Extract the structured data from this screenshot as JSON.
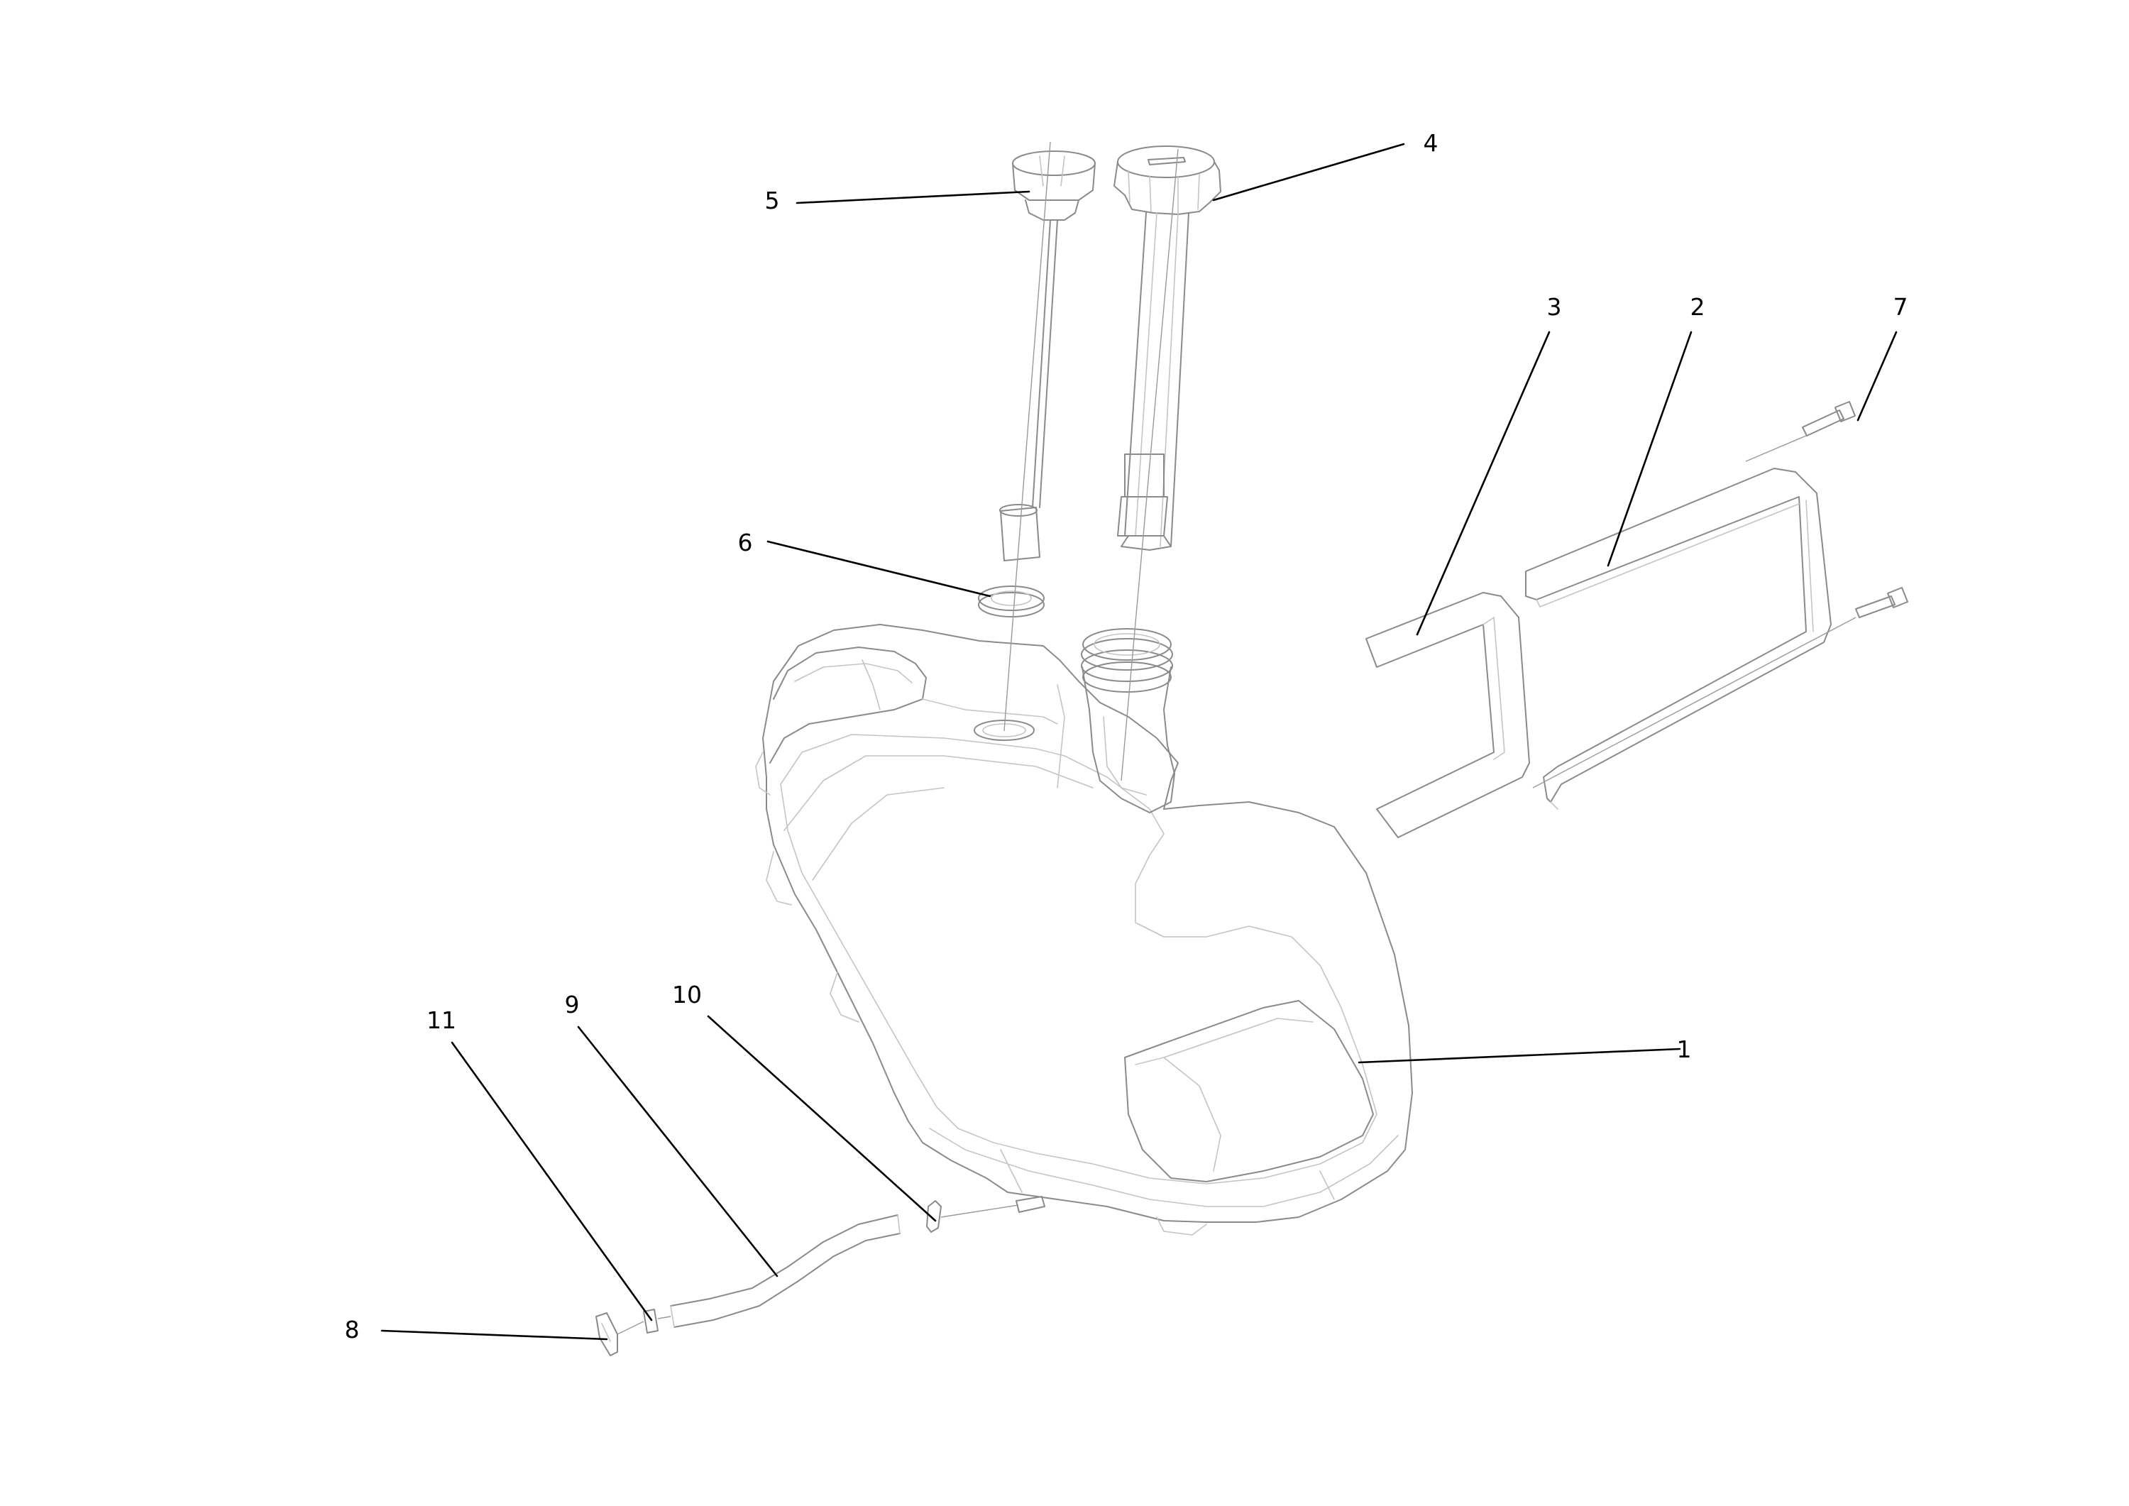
{
  "callouts": [
    {
      "id": "1",
      "label": "1"
    },
    {
      "id": "2",
      "label": "2"
    },
    {
      "id": "3",
      "label": "3"
    },
    {
      "id": "4",
      "label": "4"
    },
    {
      "id": "5",
      "label": "5"
    },
    {
      "id": "6",
      "label": "6"
    },
    {
      "id": "7",
      "label": "7"
    },
    {
      "id": "8",
      "label": "8"
    },
    {
      "id": "9",
      "label": "9"
    },
    {
      "id": "10",
      "label": "10"
    },
    {
      "id": "11",
      "label": "11"
    }
  ],
  "colors": {
    "line_art": "#8a8a8a",
    "line_art_light": "#c4c4c4",
    "leader": "#000000",
    "background": "#ffffff"
  }
}
